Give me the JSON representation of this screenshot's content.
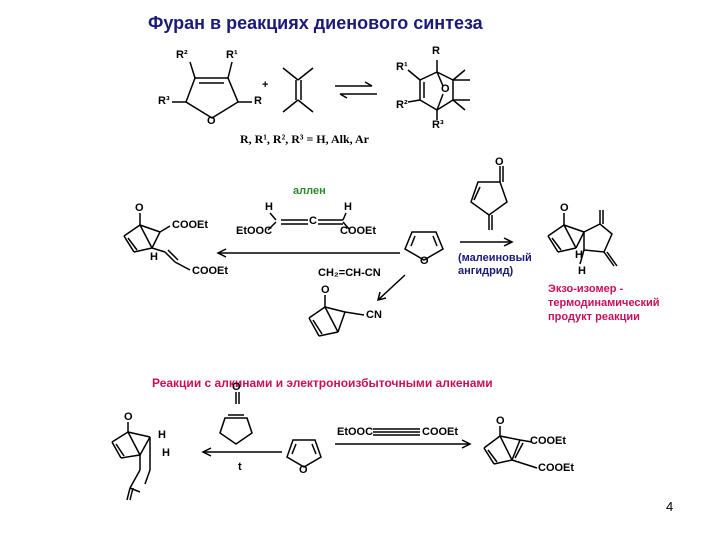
{
  "title": "Фуран в реакциях диенового синтеза",
  "section1": {
    "substituents_line": "R, R¹, R², R³ = H, Alk, Ar",
    "plus": "+",
    "furan_labels": {
      "R2": "R²",
      "R1": "R¹",
      "R3": "R³",
      "R": "R",
      "O": "O"
    },
    "product_labels": {
      "R_top": "R",
      "R1": "R¹",
      "R2": "R²",
      "R3": "R³",
      "O": "O"
    }
  },
  "section2": {
    "allene_label": "аллен",
    "allene_formula": {
      "H_left": "H",
      "H_right": "H",
      "C": "C",
      "etooc": "EtOOC",
      "cooet": "COOEt"
    },
    "acrylonitrile": "CH₂=CH-CN",
    "maleic_label_line1": "(малеиновый",
    "maleic_label_line2": "ангидрид)",
    "exo_note_line1": "Экзо-изомер -",
    "exo_note_line2": "термодинамический",
    "exo_note_line3": "продукт реакции",
    "left_product": {
      "O": "O",
      "cooet_top": "COOEt",
      "H": "H",
      "cooet_bottom": "COOEt"
    },
    "furan_O": "O",
    "anhydride_O": "O",
    "right_product": {
      "O": "O",
      "H_top": "H",
      "H_bottom": "H"
    },
    "cn_product": {
      "O": "O",
      "CN": "CN"
    }
  },
  "section3": {
    "heading": "Реакции с алкинами и электроноизбыточными алкенами",
    "alkyne": {
      "etooc": "EtOOC",
      "cooet": "COOEt"
    },
    "t_label": "t",
    "furan_O": "O",
    "carbonate_O": "O",
    "left_product": {
      "O": "O",
      "H_top": "H",
      "H_bottom": "H"
    },
    "right_product": {
      "O": "O",
      "cooet_top": "COOEt",
      "cooet_bottom": "COOEt"
    }
  },
  "page_number": "4"
}
